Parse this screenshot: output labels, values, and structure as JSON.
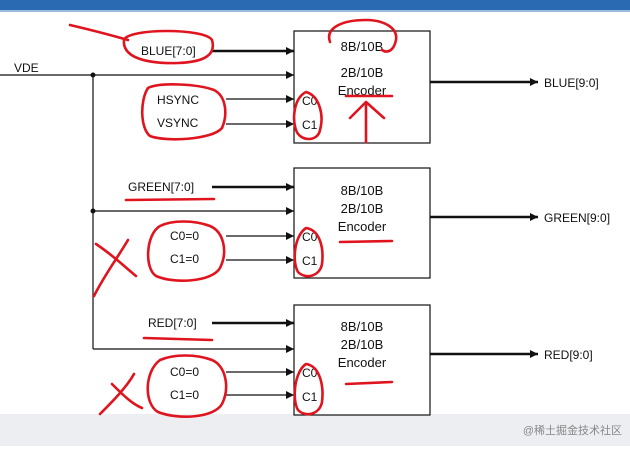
{
  "diagram": {
    "vde_label": "VDE",
    "encoders": [
      {
        "lines": [
          "8B/10B",
          "2B/10B",
          "Encoder"
        ],
        "data_in": "BLUE[7:0]",
        "c0_in": "HSYNC",
        "c1_in": "VSYNC",
        "output": "BLUE[9:0]",
        "pin_c0": "C0",
        "pin_c1": "C1"
      },
      {
        "lines": [
          "8B/10B",
          "2B/10B",
          "Encoder"
        ],
        "data_in": "GREEN[7:0]",
        "c0_in": "C0=0",
        "c1_in": "C1=0",
        "output": "GREEN[9:0]",
        "pin_c0": "C0",
        "pin_c1": "C1"
      },
      {
        "lines": [
          "8B/10B",
          "2B/10B",
          "Encoder"
        ],
        "data_in": "RED[7:0]",
        "c0_in": "C0=0",
        "c1_in": "C1=0",
        "output": "RED[9:0]",
        "pin_c0": "C0",
        "pin_c1": "C1"
      }
    ],
    "watermark": "@稀土掘金技术社区"
  },
  "colors": {
    "header_bar": "#2a6ab3",
    "line": "#111111",
    "annotation": "#e0141e",
    "footer": "#eceef2"
  }
}
